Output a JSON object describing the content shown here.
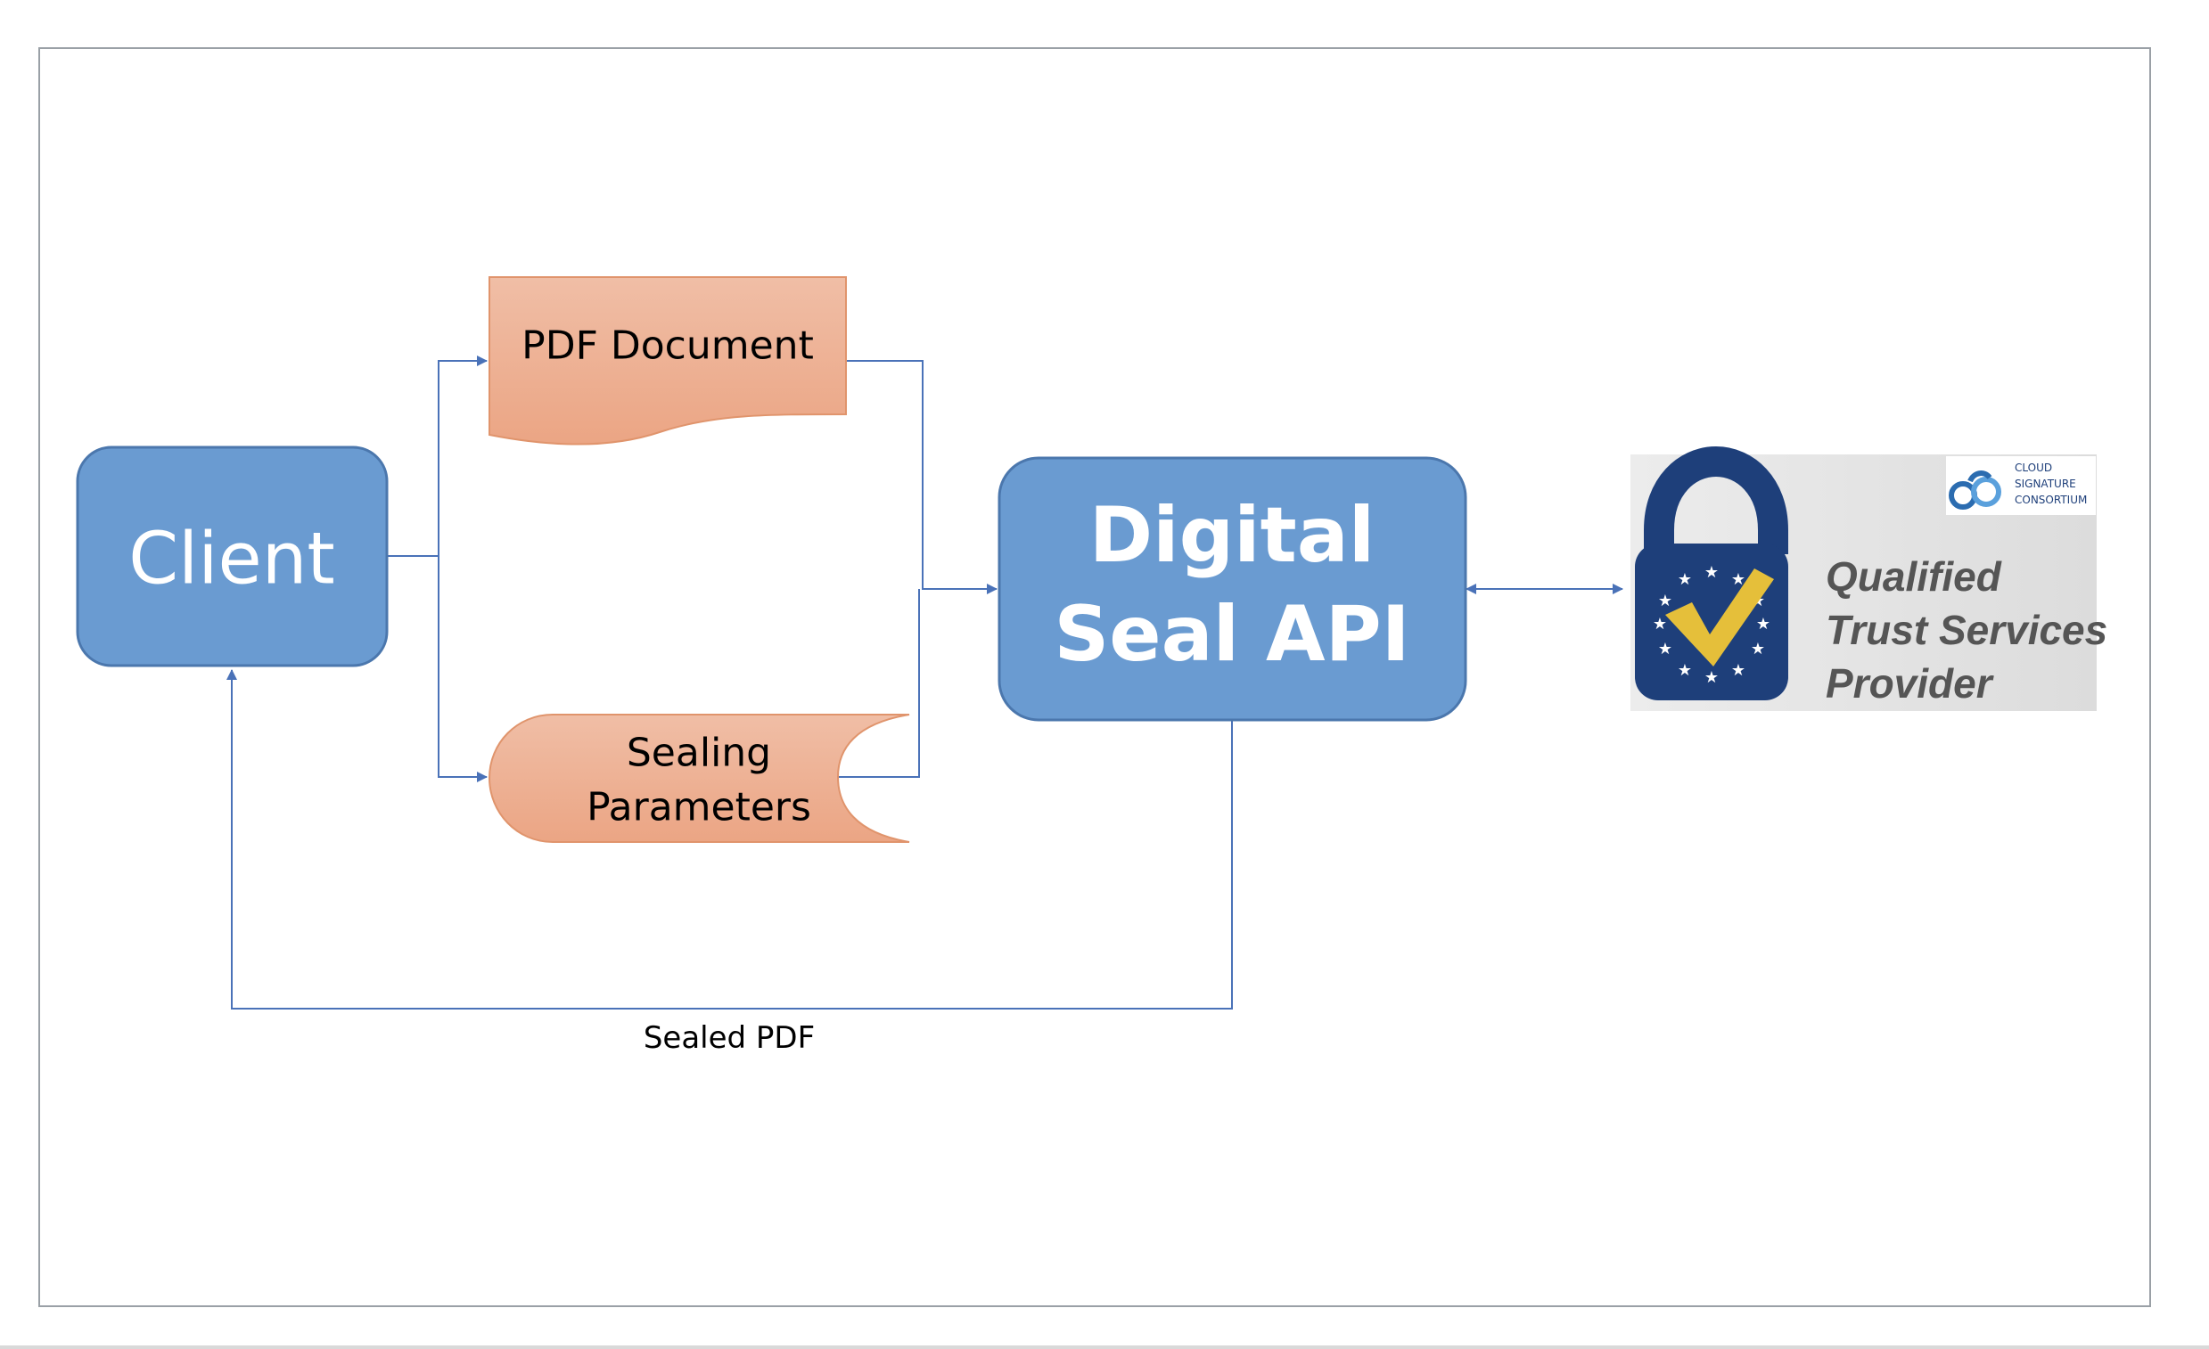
{
  "nodes": {
    "client": {
      "label": "Client"
    },
    "pdf_document": {
      "label": "PDF Document"
    },
    "sealing_parameters": {
      "line1": "Sealing",
      "line2": "Parameters"
    },
    "digital_seal_api": {
      "line1": "Digital",
      "line2": "Seal API"
    }
  },
  "edges": {
    "return_label": "Sealed PDF"
  },
  "badge": {
    "consortium_line1": "CLOUD",
    "consortium_line2": "SIGNATURE",
    "consortium_line3": "CONSORTIUM",
    "title_line1": "Qualified",
    "title_line2": "Trust Services",
    "title_line3": "Provider"
  },
  "colors": {
    "box_blue": "#6a9bd1",
    "box_blue_border": "#4b77ad",
    "doc_orange": "#eeb093",
    "doc_border": "#e0946c",
    "connector": "#4a72b8",
    "lock_navy": "#1e3f7a",
    "check_gold": "#e5bf3a",
    "badge_bg": "#e8e8e8"
  }
}
